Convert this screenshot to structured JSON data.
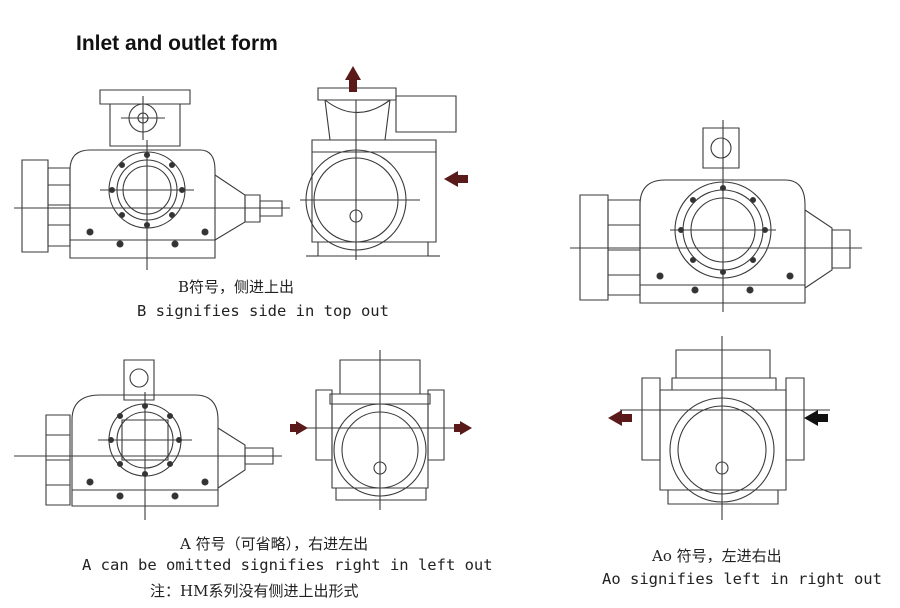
{
  "title": "Inlet and outlet form",
  "forms": [
    {
      "id": "B",
      "caption_cn": "B符号，侧进上出",
      "caption_en": "B signifies side in top out"
    },
    {
      "id": "A",
      "caption_cn": "A 符号（可省略），右进左出",
      "caption_en": "A can be omitted signifies right in left out",
      "note_cn": "注：HM系列没有侧进上出形式"
    },
    {
      "id": "Ao",
      "caption_cn": "Ao  符号，左进右出",
      "caption_en": "Ao signifies left in right out"
    }
  ],
  "colors": {
    "line": "#3a3a3a",
    "arrow_red": "#5a1a1a",
    "arrow_black": "#111111"
  },
  "icons": [
    "outlet-arrow-up",
    "inlet-arrow-left",
    "outlet-arrow-right",
    "inlet-arrow-right",
    "outlet-arrow-left"
  ]
}
